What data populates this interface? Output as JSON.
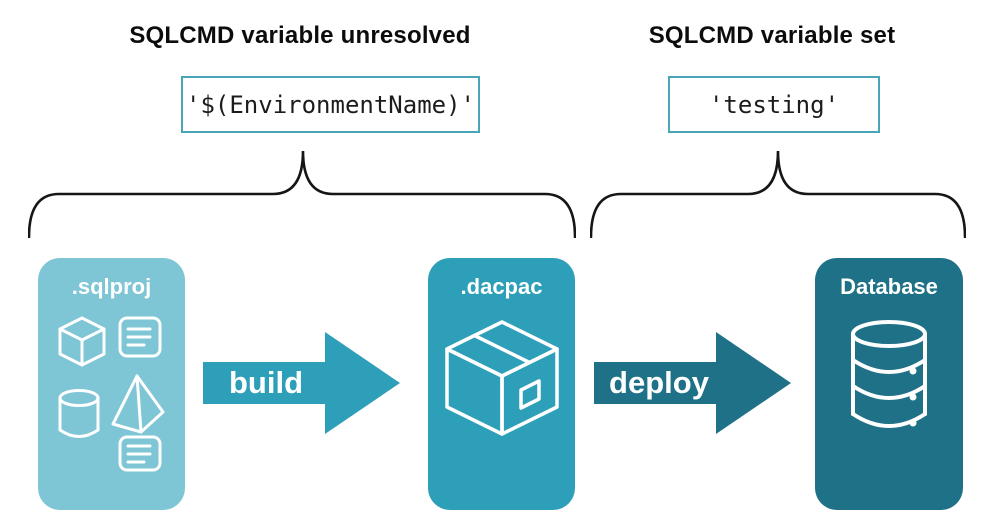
{
  "diagram": {
    "left_section": {
      "heading": "SQLCMD variable unresolved",
      "code": "'$(EnvironmentName)'"
    },
    "right_section": {
      "heading": "SQLCMD variable set",
      "code": "'testing'"
    },
    "cards": [
      {
        "id": "sqlproj",
        "label": ".sqlproj"
      },
      {
        "id": "dacpac",
        "label": ".dacpac"
      },
      {
        "id": "database",
        "label": "Database"
      }
    ],
    "arrows": [
      {
        "id": "build",
        "label": "build"
      },
      {
        "id": "deploy",
        "label": "deploy"
      }
    ],
    "colors": {
      "sqlproj_card": "#7ec5d6",
      "dacpac_card": "#2e9fb8",
      "database_card": "#1e7186",
      "build_arrow": "#2e9fb8",
      "deploy_arrow": "#1e7186",
      "code_box_border": "#49a5b8",
      "brace": "#161616",
      "heading_text": "#0c0c0c",
      "icon_stroke": "#ffffff"
    }
  }
}
